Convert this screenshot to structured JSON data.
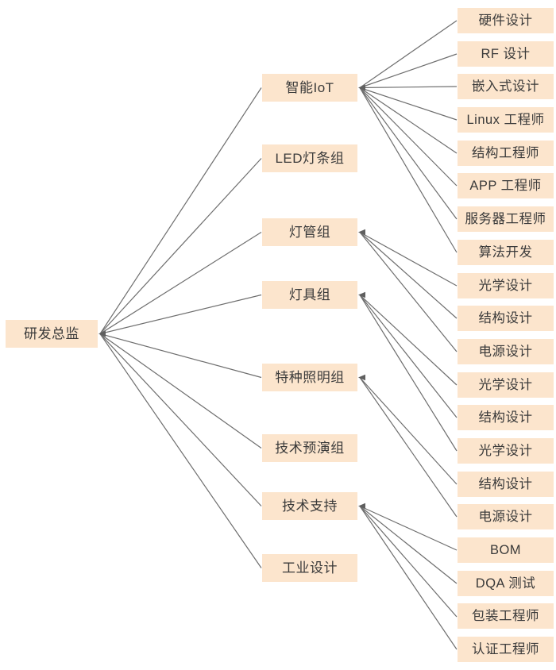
{
  "diagram_type": "organization-tree",
  "colors": {
    "node_fill": "#fce5cd",
    "node_text": "#3a3a3a",
    "connector": "#6e6e6e",
    "background": "#ffffff"
  },
  "org": {
    "root": {
      "label": "研发总监"
    },
    "groups": [
      {
        "label": "智能IoT",
        "children": [
          "硬件设计",
          "RF 设计",
          "嵌入式设计",
          "Linux 工程师",
          "结构工程师",
          "APP 工程师",
          "服务器工程师",
          "算法开发"
        ]
      },
      {
        "label": "LED灯条组",
        "children": []
      },
      {
        "label": "灯管组",
        "children": [
          "光学设计",
          "结构设计",
          "电源设计"
        ]
      },
      {
        "label": "灯具组",
        "children": [
          "光学设计",
          "结构设计",
          "光学设计"
        ]
      },
      {
        "label": "特种照明组",
        "children": [
          "结构设计",
          "电源设计"
        ]
      },
      {
        "label": "技术预演组",
        "children": []
      },
      {
        "label": "技术支持",
        "children": [
          "BOM",
          "DQA 测试",
          "包装工程师",
          "认证工程师"
        ]
      },
      {
        "label": "工业设计",
        "children": []
      }
    ]
  }
}
